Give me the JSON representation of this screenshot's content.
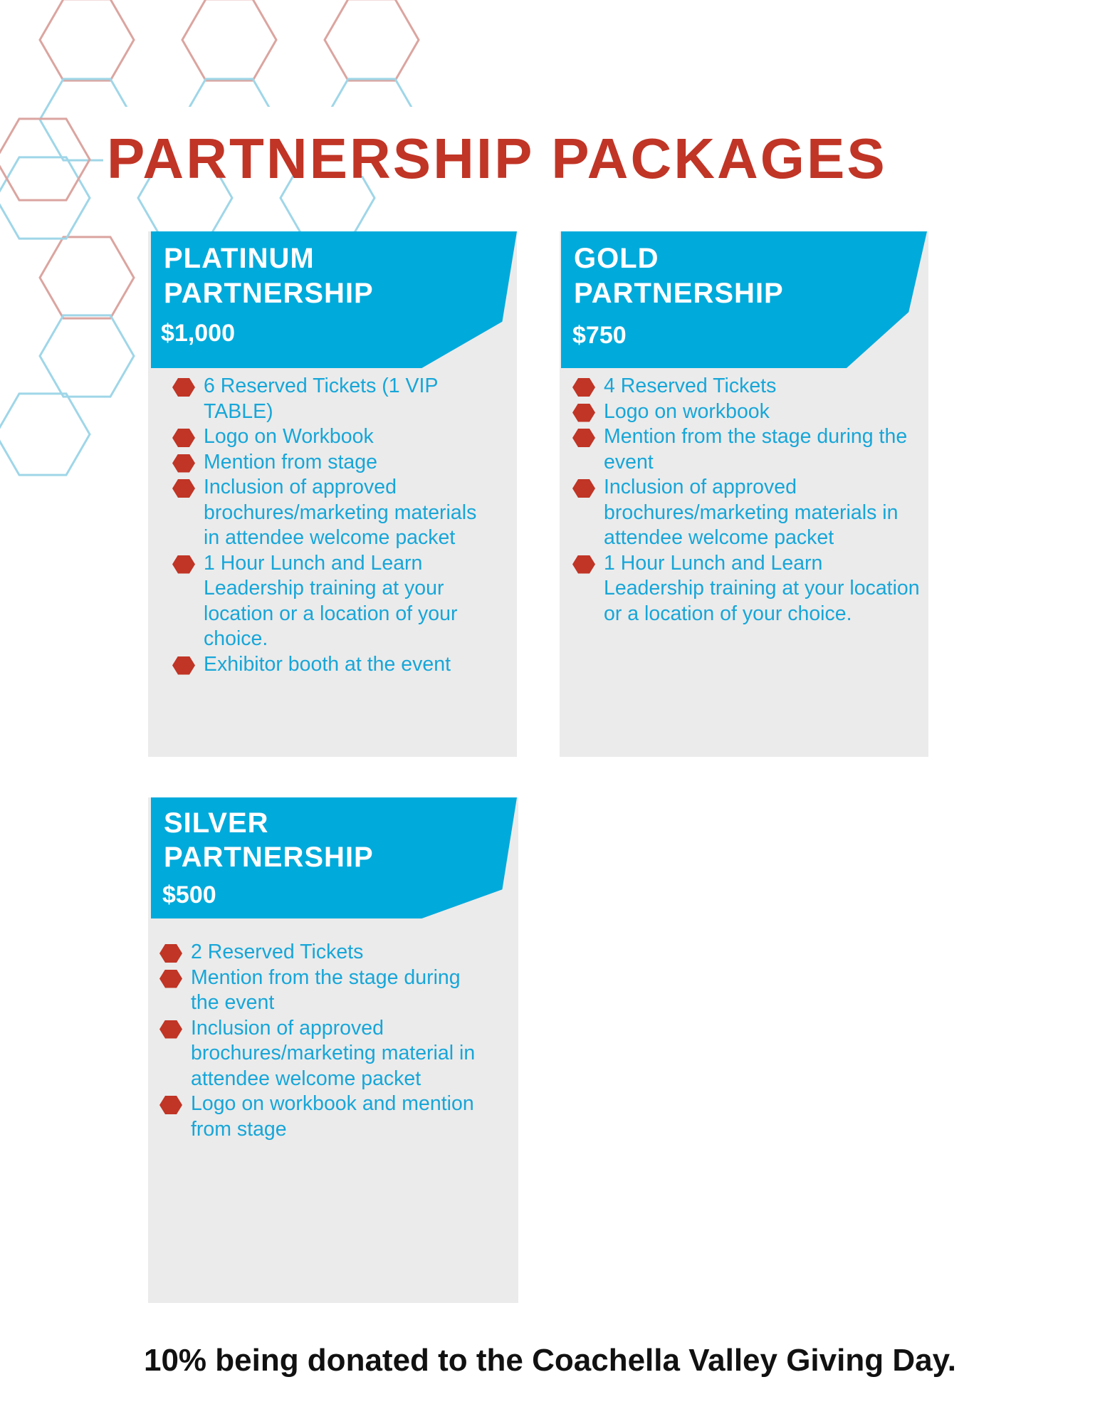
{
  "title": "PARTNERSHIP PACKAGES",
  "colors": {
    "red": "#c03526",
    "blue": "#00aadb",
    "text_blue": "#17a6d8",
    "card_gray": "#ebebeb"
  },
  "packages": [
    {
      "name_line1": "PLATINUM",
      "name_line2": "PARTNERSHIP",
      "price": "$1,000",
      "items": [
        "6 Reserved Tickets (1 VIP TABLE)",
        "Logo on Workbook",
        "Mention from stage",
        "Inclusion of approved brochures/marketing materials in attendee welcome packet",
        "1 Hour Lunch and Learn Leadership training at your location or a location of your choice.",
        "Exhibitor booth at the event"
      ]
    },
    {
      "name_line1": "GOLD",
      "name_line2": "PARTNERSHIP",
      "price": "$750",
      "items": [
        "4 Reserved Tickets",
        "Logo on workbook",
        "Mention from the stage during the event",
        "Inclusion of approved brochures/marketing materials in attendee welcome packet",
        "1 Hour Lunch and Learn Leadership training at your location or a location of your choice."
      ]
    },
    {
      "name_line1": "SILVER",
      "name_line2": "PARTNERSHIP",
      "price": "$500",
      "items": [
        "2 Reserved Tickets",
        "Mention from the stage during the event",
        "Inclusion of approved brochures/marketing material in attendee welcome packet",
        "Logo on workbook and mention from stage"
      ]
    }
  ],
  "footer": "10% being donated to the Coachella Valley Giving Day."
}
